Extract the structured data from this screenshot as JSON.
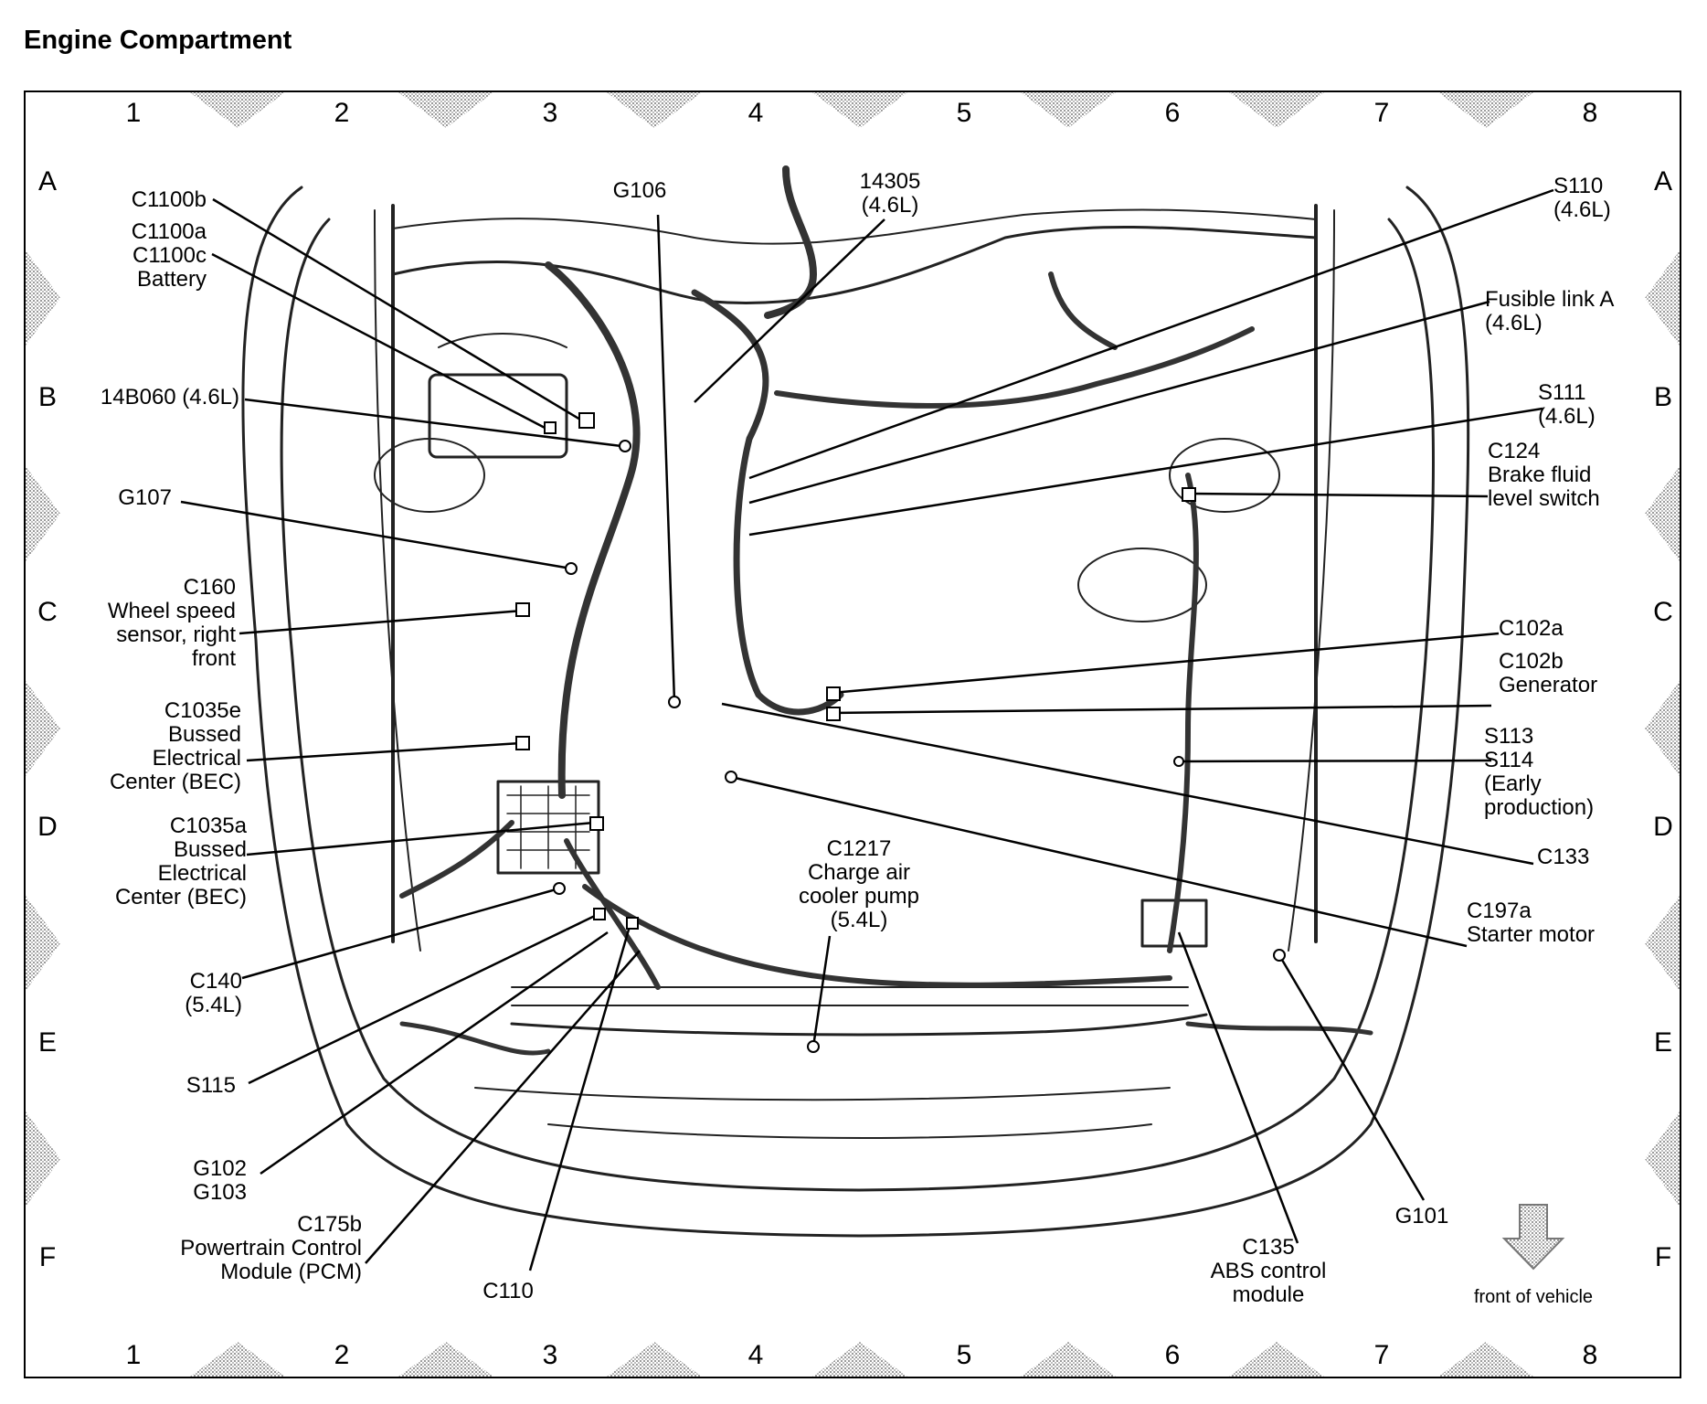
{
  "title": "Engine Compartment",
  "grid": {
    "columns": [
      "1",
      "2",
      "3",
      "4",
      "5",
      "6",
      "7",
      "8"
    ],
    "rows": [
      "A",
      "B",
      "C",
      "D",
      "E",
      "F"
    ]
  },
  "labels": {
    "c1100b": [
      "C1100b"
    ],
    "c1100a": [
      "C1100a",
      "C1100c",
      "Battery"
    ],
    "b14b060": [
      "14B060 (4.6L)"
    ],
    "g107": [
      "G107"
    ],
    "c160": [
      "C160",
      "Wheel speed",
      "sensor, right",
      "front"
    ],
    "c1035e": [
      "C1035e",
      "Bussed",
      "Electrical",
      "Center (BEC)"
    ],
    "c1035a": [
      "C1035a",
      "Bussed",
      "Electrical",
      "Center (BEC)"
    ],
    "c140": [
      "C140",
      "(5.4L)"
    ],
    "s115": [
      "S115"
    ],
    "g102": [
      "G102",
      "G103"
    ],
    "c175b": [
      "C175b",
      "Powertrain Control",
      "Module (PCM)"
    ],
    "c110": [
      "C110"
    ],
    "g106": [
      "G106"
    ],
    "p14305": [
      "14305",
      "(4.6L)"
    ],
    "c1217": [
      "C1217",
      "Charge air",
      "cooler pump",
      "(5.4L)"
    ],
    "s110": [
      "S110",
      "(4.6L)"
    ],
    "fusible": [
      "Fusible link A",
      "(4.6L)"
    ],
    "s111": [
      "S111",
      "(4.6L)"
    ],
    "c124": [
      "C124",
      "Brake fluid",
      "level switch"
    ],
    "c102a": [
      "C102a"
    ],
    "c102b": [
      "C102b",
      "Generator"
    ],
    "s113": [
      "S113",
      "S114",
      "(Early",
      "production)"
    ],
    "c133": [
      "C133"
    ],
    "c197a": [
      "C197a",
      "Starter motor"
    ],
    "c135": [
      "C135",
      "ABS control",
      "module"
    ],
    "g101": [
      "G101"
    ]
  },
  "front_note": "front of vehicle"
}
